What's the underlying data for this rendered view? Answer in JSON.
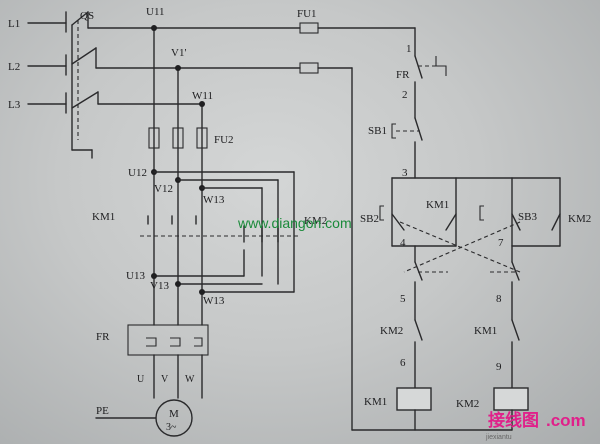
{
  "labels": {
    "L1": "L1",
    "L2": "L2",
    "L3": "L3",
    "QS": "QS",
    "U11": "U11",
    "V11": "V1'",
    "W11": "W11",
    "FU1": "FU1",
    "FU2": "FU2",
    "U12": "U12",
    "V12": "V12",
    "W13a": "W13",
    "KM1": "KM1",
    "KM2": "KM2",
    "U13": "U13",
    "V13": "V13",
    "W13b": "W13",
    "FR": "FR",
    "U": "U",
    "V": "V",
    "W": "W",
    "PE": "PE",
    "M": "M",
    "M3": "3~",
    "FRc": "FR",
    "SB1": "SB1",
    "SB2": "SB2",
    "SB3": "SB3",
    "KM1a": "KM1",
    "KM2a": "KM2",
    "KM2b": "KM2",
    "KM1b": "KM1",
    "KM1coil": "KM1",
    "KM2coil": "KM2",
    "n1": "1",
    "n2": "2",
    "n3": "3",
    "n4": "4",
    "n5": "5",
    "n6": "6",
    "n7": "7",
    "n8": "8",
    "n9": "9"
  },
  "watermark": {
    "site": "www.diangon.com",
    "logo": "接线图",
    "logo_com": ".com",
    "logo_sub": "jiexiantu"
  }
}
